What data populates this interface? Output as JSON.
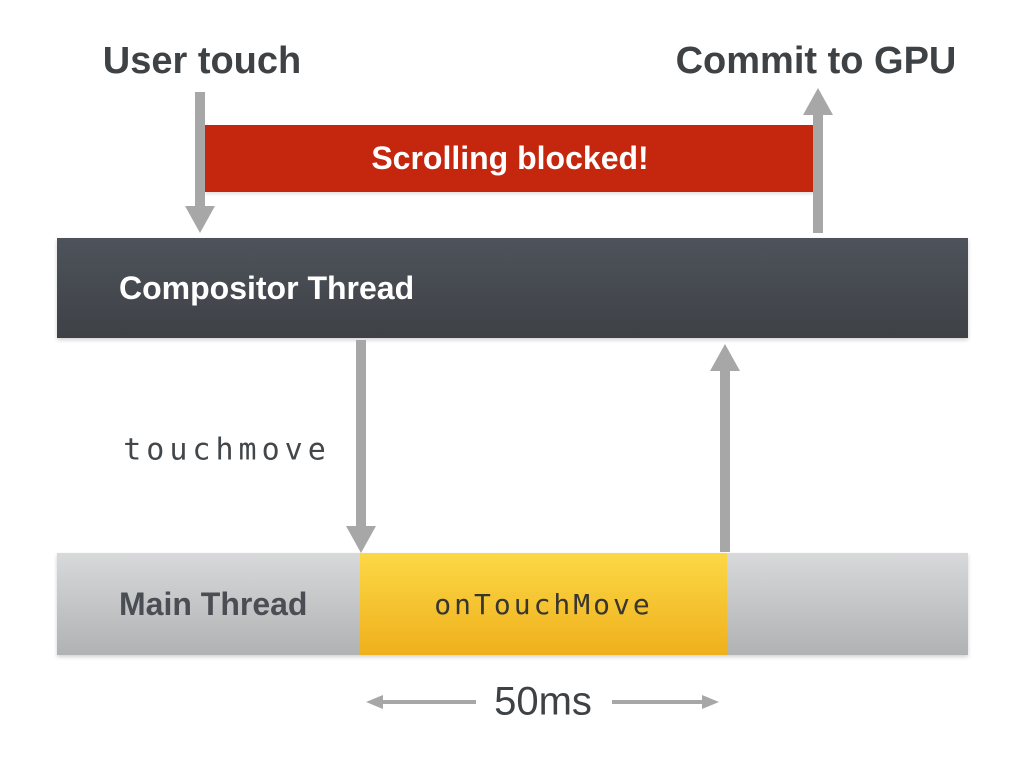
{
  "labels": {
    "user_touch": "User touch",
    "commit_to_gpu": "Commit to GPU"
  },
  "banner": {
    "label": "Scrolling blocked!",
    "color": "#c5270e",
    "text_color": "#ffffff"
  },
  "threads": {
    "compositor": {
      "label": "Compositor Thread",
      "color_top": "#4e535b",
      "color_bottom": "#3e4146",
      "text_color": "#ffffff"
    },
    "main": {
      "label": "Main Thread",
      "color_top": "#d8d9da",
      "color_bottom": "#b0b2b3",
      "text_color": "#4a4e54"
    }
  },
  "task": {
    "label": "onTouchMove",
    "color_top": "#fcd846",
    "color_bottom": "#efb01c",
    "text_color": "#393630"
  },
  "event": {
    "label": "touchmove"
  },
  "timing": {
    "label": "50ms"
  },
  "colors": {
    "arrow": "#a7a7a7",
    "heading_text": "#3f4245",
    "background": "#ffffff"
  }
}
